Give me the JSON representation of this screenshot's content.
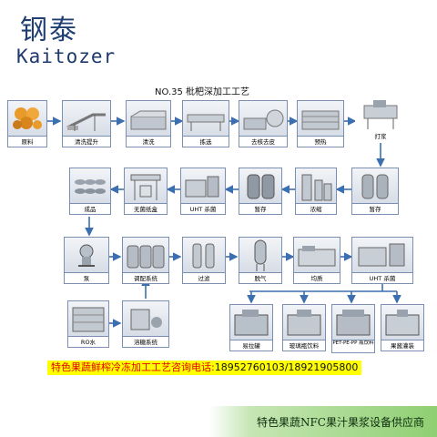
{
  "brand": {
    "name_cn": "钢泰",
    "name_en": "Kaitozer"
  },
  "title": "NO.35  枇杷深加工工艺",
  "steps": [
    {
      "id": "raw",
      "label": "原料"
    },
    {
      "id": "wash-lift",
      "label": "清洗提升"
    },
    {
      "id": "wash",
      "label": "清洗"
    },
    {
      "id": "sort",
      "label": "拣选"
    },
    {
      "id": "peel",
      "label": "去核去皮"
    },
    {
      "id": "preheat",
      "label": "预热"
    },
    {
      "id": "pulp",
      "label": "打浆"
    },
    {
      "id": "hold-1",
      "label": "暂存"
    },
    {
      "id": "concentrate",
      "label": "浓缩"
    },
    {
      "id": "hold-2",
      "label": "暂存"
    },
    {
      "id": "uht-1",
      "label": "UHT 杀菌"
    },
    {
      "id": "aseptic-bag",
      "label": "无菌纸盒"
    },
    {
      "id": "product",
      "label": "成品"
    },
    {
      "id": "pump",
      "label": "泵"
    },
    {
      "id": "blend",
      "label": "调配系统"
    },
    {
      "id": "filter",
      "label": "过滤"
    },
    {
      "id": "degas",
      "label": "脱气"
    },
    {
      "id": "homogenize",
      "label": "均质"
    },
    {
      "id": "uht-2",
      "label": "UHT 杀菌"
    },
    {
      "id": "ro-water",
      "label": "RO水"
    },
    {
      "id": "sugar",
      "label": "溶糖系统"
    },
    {
      "id": "can",
      "label": "易拉罐"
    },
    {
      "id": "glass",
      "label": "玻璃瓶饮料"
    },
    {
      "id": "pet",
      "label": "PET-PE-PP 瓶饮料"
    },
    {
      "id": "jar",
      "label": "果酱灌装"
    }
  ],
  "contact": {
    "prefix": "特色果蔬鲜榨冷冻加工工艺咨询电话:",
    "phones": "18952760103/18921905800"
  },
  "footer": "特色果蔬NFC果汁果浆设备供应商",
  "colors": {
    "brand": "#1f3f73",
    "arrow": "#3c6fb0",
    "contact_bg": "#ffff00",
    "contact_text": "#e60000",
    "band": "#8fcf72"
  }
}
